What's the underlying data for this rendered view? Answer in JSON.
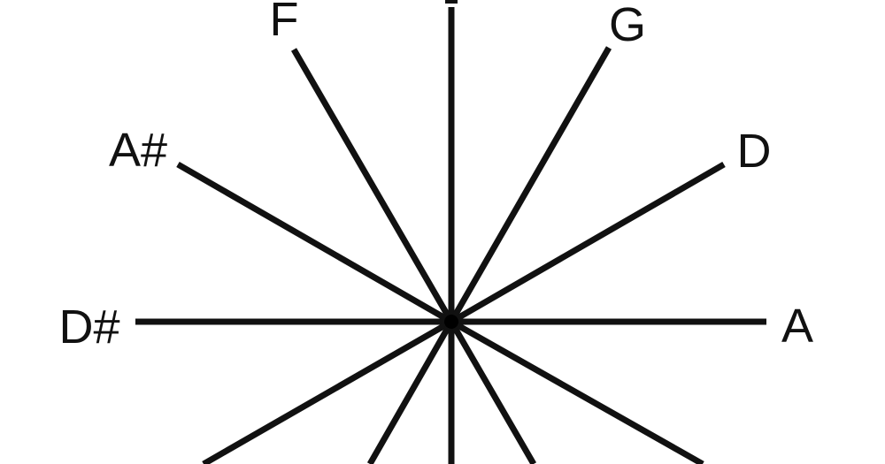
{
  "diagram": {
    "line_color": "#111111",
    "label_color": "#111111",
    "background": "#ffffff",
    "hub_color": "#000000",
    "labels": {
      "f": "F",
      "g": "G",
      "a_sharp": "A#",
      "d": "D",
      "d_sharp": "D#",
      "a": "A"
    }
  }
}
